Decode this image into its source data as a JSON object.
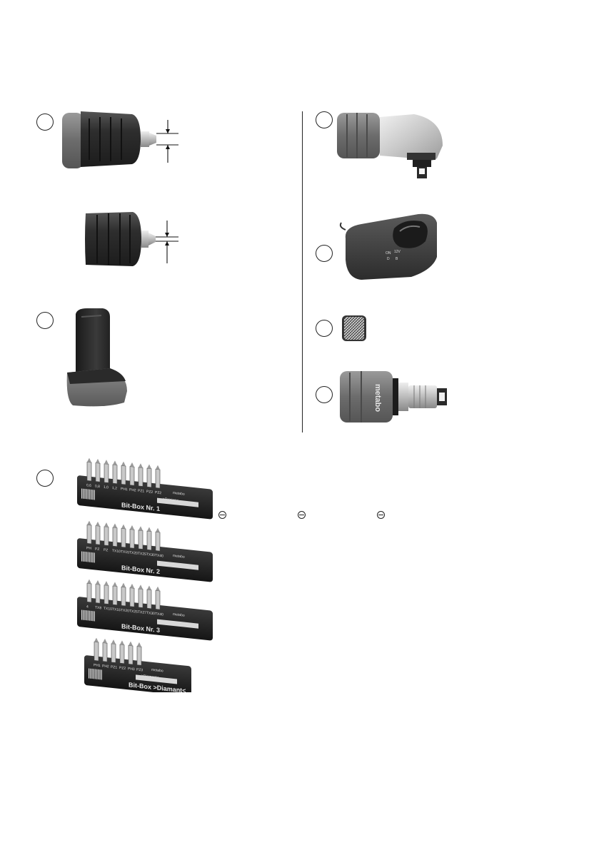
{
  "figures": {
    "a": {
      "icon": "keyless-chuck",
      "label": ""
    },
    "b": {
      "icon": "keyless-chuck-small",
      "label": ""
    },
    "c": {
      "icon": "battery-pack",
      "label": ""
    },
    "d": {
      "icon": "angle-attachment",
      "label": ""
    },
    "e": {
      "icon": "charger",
      "label": ""
    },
    "f": {
      "icon": "bit-holder",
      "label": ""
    },
    "g": {
      "icon": "quick-chuck-adapter",
      "label": "",
      "brand": "metabo"
    },
    "h": {
      "icon": "bit-box-set",
      "label": ""
    }
  },
  "bit_boxes": [
    {
      "name": "Bit-Box Nr. 1",
      "brand": "metabo",
      "tag": ">Torsion<",
      "bits": [
        "0,6",
        "0,8",
        "1,0",
        "1,2",
        "PH1",
        "PH2",
        "PZ1",
        "PZ2",
        "PZ2"
      ]
    },
    {
      "name": "Bit-Box Nr. 2",
      "brand": "metabo",
      "tag": "",
      "bits": [
        "PH",
        "PZ",
        "PZ",
        "TX10",
        "TX15",
        "TX20",
        "TX25",
        "TX30",
        "TX40"
      ]
    },
    {
      "name": "Bit-Box Nr. 3",
      "brand": "metabo",
      "tag": "",
      "bits": [
        "4",
        "TX8",
        "TX10",
        "TX15",
        "TX20",
        "TX25",
        "TX27",
        "TX30",
        "TX40"
      ]
    },
    {
      "name": "Bit-Box >Diamant<",
      "brand": "metabo",
      "tag": ">Diamant<",
      "bits": [
        "PH1",
        "PH2",
        "PZ1",
        "PZ2",
        "PH3",
        "PZ3"
      ]
    }
  ],
  "charger_markings": [
    "ON",
    "12V",
    "D",
    "B"
  ],
  "colors": {
    "ink": "#222222",
    "dark": "#2b2b2b",
    "mid": "#6b6b6b",
    "light": "#b9b9b9",
    "paper": "#ffffff"
  }
}
